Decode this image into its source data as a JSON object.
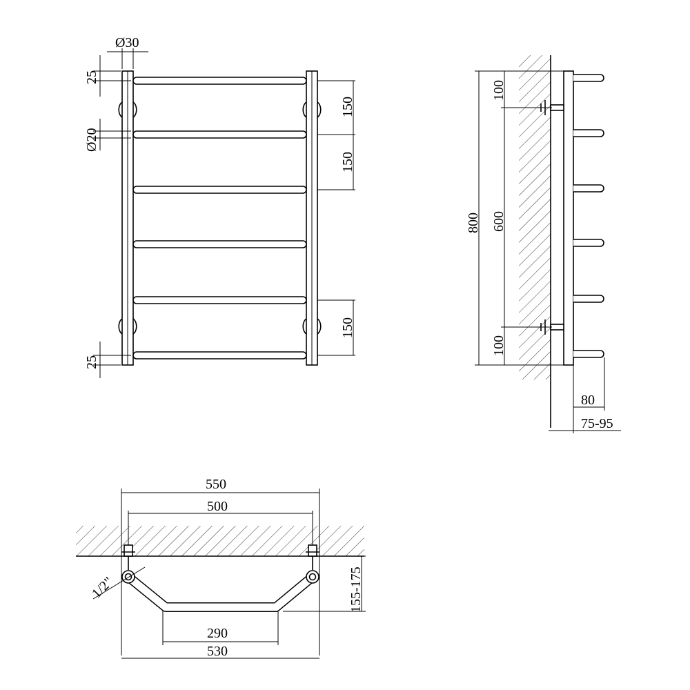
{
  "front_view": {
    "pipe_dia": "Ø30",
    "bar_dia": "Ø20",
    "top_offset": "25",
    "bottom_offset": "25",
    "spacing_top_1": "150",
    "spacing_top_2": "150",
    "spacing_bottom": "150"
  },
  "side_view": {
    "height_total": "800",
    "mount_spacing": "600",
    "mount_top_offset": "100",
    "mount_bottom_offset": "100",
    "depth": "80",
    "wall_distance": "75-95"
  },
  "top_view": {
    "width_outer": "550",
    "width_mount": "500",
    "width_inner": "290",
    "width_bottom": "530",
    "thread": "1/2\"",
    "projection": "155-175"
  }
}
